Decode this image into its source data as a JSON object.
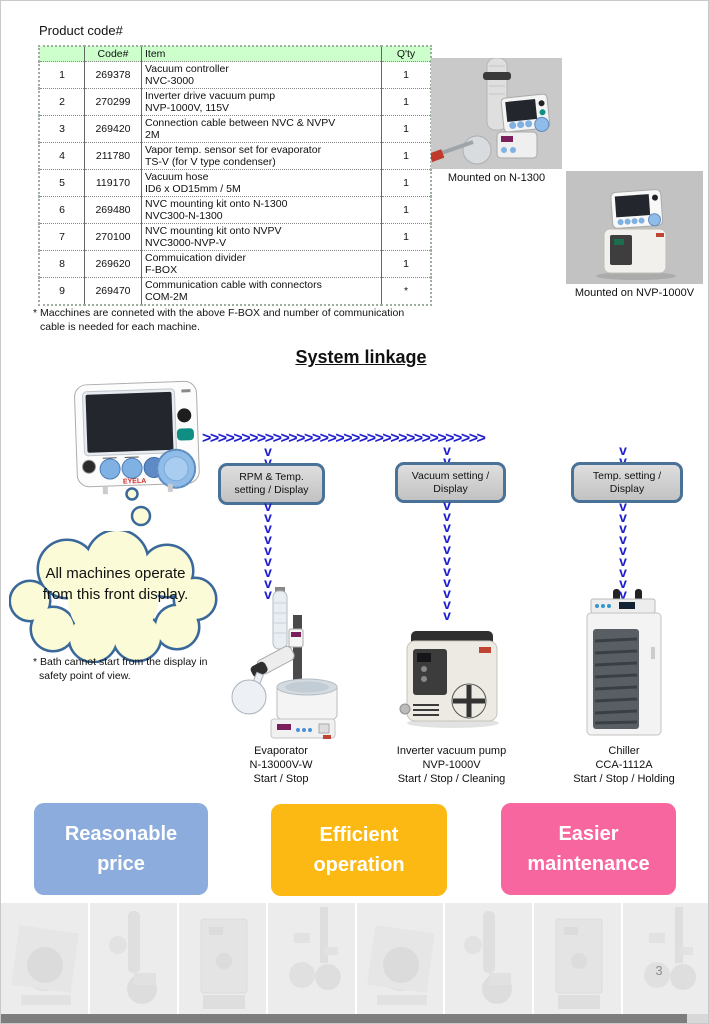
{
  "page_number": "3",
  "table": {
    "title": "Product code#",
    "headers": [
      "",
      "Code#",
      "Item",
      "Q'ty"
    ],
    "rows": [
      {
        "num": "1",
        "code": "269378",
        "item1": "Vacuum controller",
        "item2": "NVC-3000",
        "qty": "1"
      },
      {
        "num": "2",
        "code": "270299",
        "item1": "Inverter drive vacuum pump",
        "item2": "NVP-1000V, 115V",
        "qty": "1"
      },
      {
        "num": "3",
        "code": "269420",
        "item1": "Connection cable between NVC & NVPV",
        "item2": "2M",
        "qty": "1"
      },
      {
        "num": "4",
        "code": "211780",
        "item1": "Vapor temp. sensor set for evaporator",
        "item2": "TS-V (for V type condenser)",
        "qty": "1"
      },
      {
        "num": "5",
        "code": "119170",
        "item1": "Vacuum hose",
        "item2": "ID6 x OD15mm / 5M",
        "qty": "1"
      },
      {
        "num": "6",
        "code": "269480",
        "item1": "NVC mounting kit onto N-1300",
        "item2": "NVC300-N-1300",
        "qty": "1"
      },
      {
        "num": "7",
        "code": "270100",
        "item1": "NVC mounting kit onto NVPV",
        "item2": "NVC3000-NVP-V",
        "qty": "1"
      },
      {
        "num": "8",
        "code": "269620",
        "item1": "Commuication divider",
        "item2": "F-BOX",
        "qty": "1"
      },
      {
        "num": "9",
        "code": "269470",
        "item1": "Communication cable with connectors",
        "item2": "COM-2M",
        "qty": "*"
      }
    ],
    "footnote": "* Macchines are conneted with the above F-BOX and number of communication cable is needed for each machine."
  },
  "photos": [
    {
      "caption": "Mounted on N-1300"
    },
    {
      "caption": "Mounted on NVP-1000V"
    }
  ],
  "diagram": {
    "title": "System linkage",
    "bubble_text": "All machines operate from this front display.",
    "bubble_note": "* Bath cannot start from the display in safety point of view.",
    "setting_boxes": [
      {
        "line1": "RPM & Temp.",
        "line2": "setting / Display"
      },
      {
        "line1": "Vacuum setting /",
        "line2": "Display"
      },
      {
        "line1": "Temp. setting /",
        "line2": "Display"
      }
    ],
    "devices": [
      {
        "name": "Evaporator",
        "model": "N-13000V-W",
        "controls": "Start / Stop"
      },
      {
        "name": "Inverter vacuum pump",
        "model": "NVP-1000V",
        "controls": "Start / Stop / Cleaning"
      },
      {
        "name": "Chiller",
        "model": "CCA-1112A",
        "controls": "Start / Stop / Holding"
      }
    ]
  },
  "benefits": [
    {
      "line1": "Reasonable",
      "line2": "price",
      "color": "#8BACDC"
    },
    {
      "line1": "Efficient",
      "line2": "operation",
      "color": "#FDB913"
    },
    {
      "line1": "Easier",
      "line2": "maintenance",
      "color": "#F7669E"
    }
  ],
  "colors": {
    "arrow_blue": "#1E1ECE",
    "table_header_green": "#CCFFCC",
    "cloud_fill": "#FBFBD8",
    "cloud_border": "#3A689A",
    "setting_box_border": "#4A7298"
  }
}
